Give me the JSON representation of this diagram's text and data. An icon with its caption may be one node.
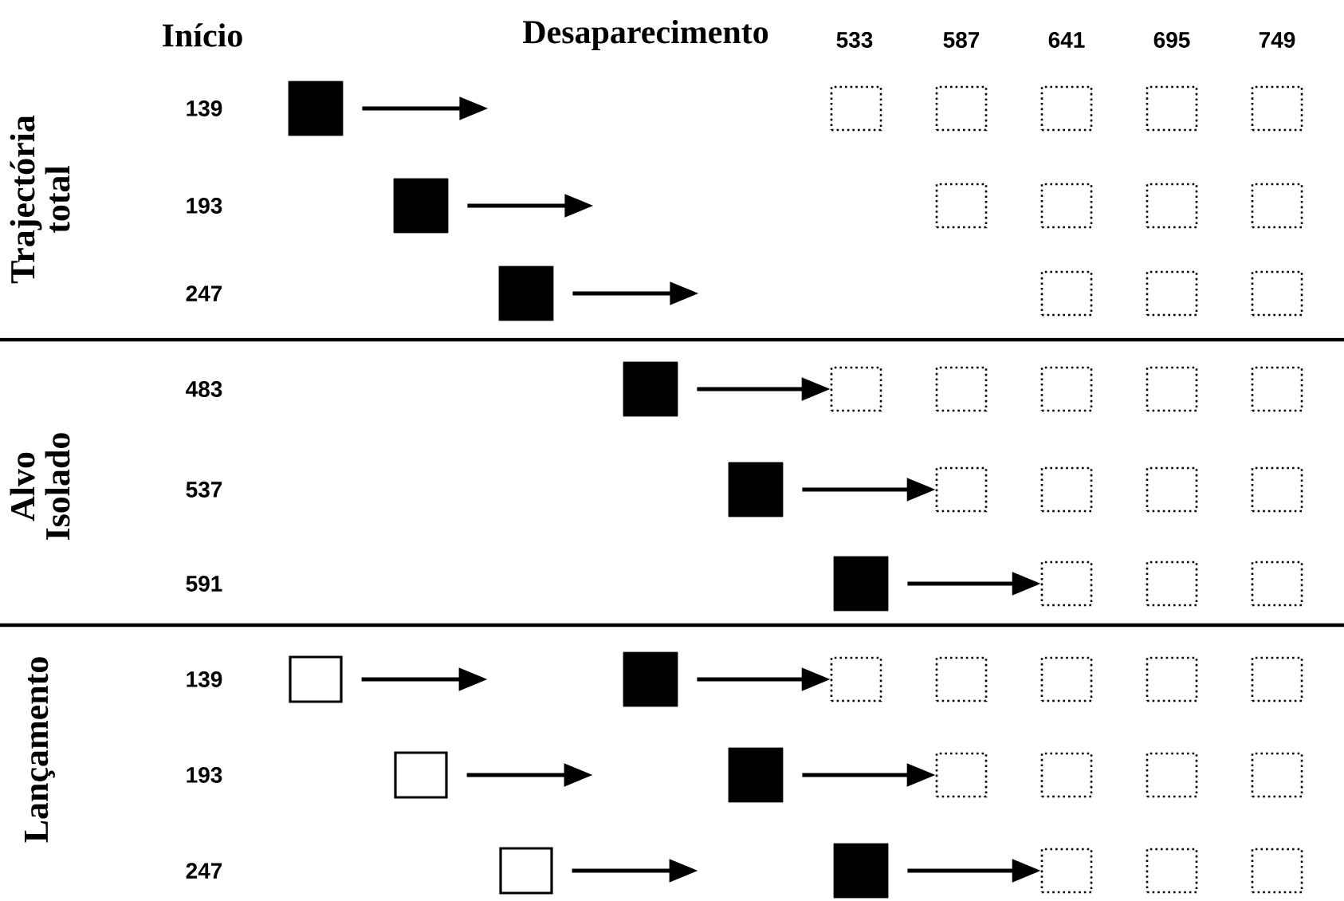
{
  "diagram": {
    "nodes": [
      {
        "text": [],
        "shape": "box"
      },
      {
        "text": [],
        "shape": "box"
      },
      {
        "text": [],
        "shape": "box"
      },
      {
        "text": [],
        "shape": "box"
      },
      {
        "text": [],
        "shape": "box"
      },
      {
        "text": [],
        "shape": "box"
      },
      {
        "text": [],
        "shape": "box"
      },
      {
        "text": [],
        "shape": "box"
      },
      {
        "text": [],
        "shape": "box"
      },
      {
        "text": [],
        "shape": "box"
      },
      {
        "text": [],
        "shape": "box"
      },
      {
        "text": [],
        "shape": "box"
      },
      {
        "text": [],
        "shape": "box"
      },
      {
        "text": [],
        "shape": "box"
      },
      {
        "text": [],
        "shape": "box"
      },
      {
        "text": [],
        "shape": "box"
      },
      {
        "text": [],
        "shape": "box"
      },
      {
        "text": [],
        "shape": "box"
      },
      {
        "text": [],
        "shape": "box"
      },
      {
        "text": [],
        "shape": "box"
      },
      {
        "text": [],
        "shape": "box"
      },
      {
        "text": [],
        "shape": "box"
      },
      {
        "text": [],
        "shape": "box"
      },
      {
        "text": [],
        "shape": "box"
      },
      {
        "text": [],
        "shape": "box"
      },
      {
        "text": [],
        "shape": "box"
      },
      {
        "text": [],
        "shape": "box"
      },
      {
        "text": [],
        "shape": "box"
      },
      {
        "text": [],
        "shape": "box"
      },
      {
        "text": [],
        "shape": "box"
      },
      {
        "text": [],
        "shape": "box"
      },
      {
        "text": [],
        "shape": "box"
      },
      {
        "text": [],
        "shape": "box"
      },
      {
        "text": [],
        "shape": "box"
      },
      {
        "text": [],
        "shape": "box"
      },
      {
        "text": [],
        "shape": "box"
      },
      {
        "text": [],
        "shape": "box"
      },
      {
        "text": [],
        "shape": "box"
      },
      {
        "text": [],
        "shape": "box"
      },
      {
        "text": [],
        "shape": "box"
      },
      {
        "text": [],
        "shape": "box"
      },
      {
        "text": [],
        "shape": "box"
      },
      {
        "text": [],
        "shape": "box"
      },
      {
        "text": [],
        "shape": "box"
      },
      {
        "text": [],
        "shape": "box"
      },
      {
        "text": [],
        "shape": "box"
      },
      {
        "text": [],
        "shape": "box"
      },
      {
        "text": [],
        "shape": "box"
      }
    ],
    "edges": [
      {
        "from": 0,
        "to": null,
        "arrow": "to"
      },
      {
        "from": 6,
        "to": null,
        "arrow": "to"
      },
      {
        "from": 11,
        "to": null,
        "arrow": "to"
      },
      {
        "from": 15,
        "to": 16,
        "arrow": "to"
      },
      {
        "from": 21,
        "to": 22,
        "arrow": "to"
      },
      {
        "from": 26,
        "to": 27,
        "arrow": "to"
      },
      {
        "from": 30,
        "to": null,
        "arrow": "to"
      },
      {
        "from": 31,
        "to": 32,
        "arrow": "to"
      },
      {
        "from": 37,
        "to": null,
        "arrow": "to"
      },
      {
        "from": 38,
        "to": 39,
        "arrow": "to"
      },
      {
        "from": 43,
        "to": null,
        "arrow": "to"
      },
      {
        "from": 44,
        "to": 45,
        "arrow": "to"
      }
    ],
    "labels": [
      "Início",
      "Desaparecimento",
      "533",
      "587",
      "641",
      "695",
      "749",
      "Trajectória total",
      "139",
      "193",
      "247",
      "Alvo Isolado",
      "483",
      "537",
      "591",
      "Lançamento",
      "139",
      "193",
      "247"
    ]
  }
}
